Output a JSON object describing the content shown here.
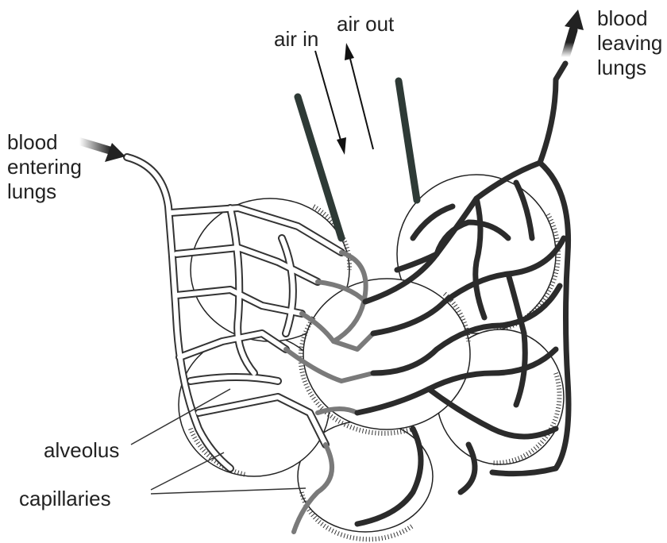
{
  "labels": {
    "air_in": "air in",
    "air_out": "air out",
    "blood_leaving": [
      "blood",
      "leaving",
      "lungs"
    ],
    "blood_entering": [
      "blood",
      "entering",
      "lungs"
    ],
    "alveolus": "alveolus",
    "capillaries": "capillaries"
  },
  "colors": {
    "text": "#222222",
    "oxygenated_vessel": "#2b2b2b",
    "transition_vessel": "#7a7a7a",
    "deoxygenated_vessel_outline": "#3a3a3a",
    "background": "#ffffff"
  }
}
